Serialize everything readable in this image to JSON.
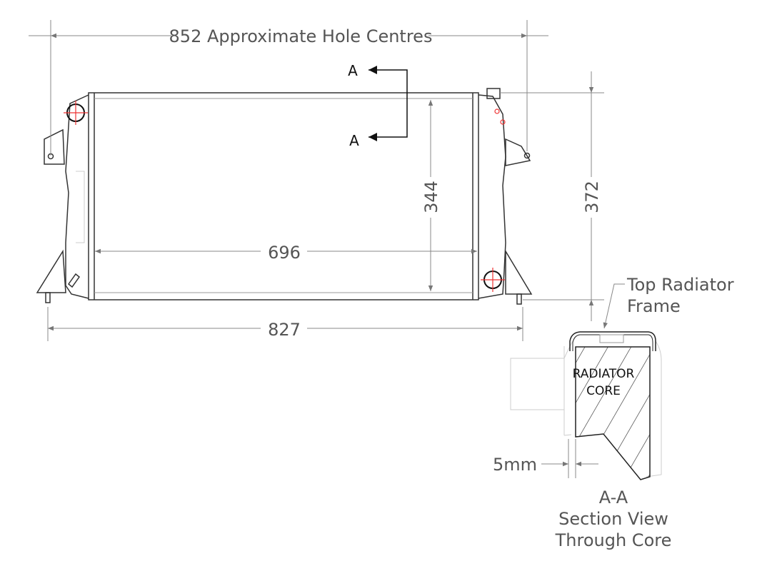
{
  "dimensions": {
    "hole_centres": "852 Approximate Hole Centres",
    "core_width": "696",
    "core_height": "344",
    "overall_height": "372",
    "overall_width": "827",
    "offset": "5mm"
  },
  "section": {
    "marker_top": "A",
    "marker_bottom": "A",
    "callout_line1": "Top Radiator",
    "callout_line2": "Frame",
    "core_line1": "RADIATOR",
    "core_line2": "CORE",
    "title_line1": "A-A",
    "title_line2": "Section View",
    "title_line3": "Through Core"
  },
  "colors": {
    "line": "#333333",
    "dimension": "#555555",
    "centre_mark": "#ee3333"
  }
}
